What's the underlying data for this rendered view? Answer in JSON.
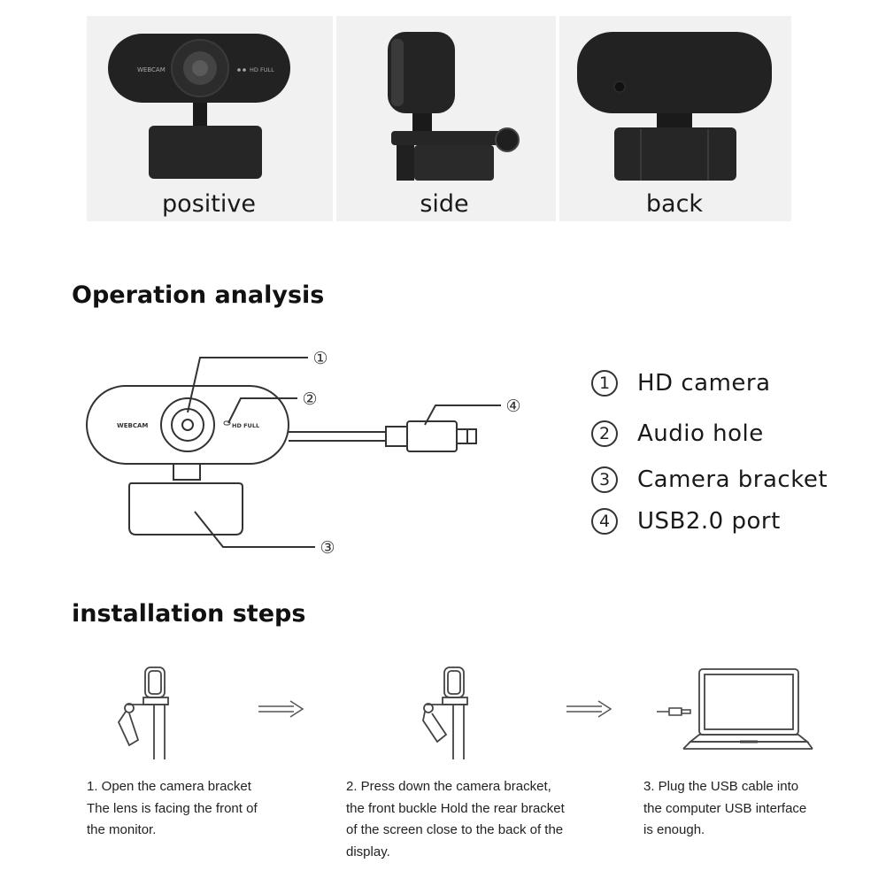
{
  "views": [
    {
      "label": "positive"
    },
    {
      "label": "side"
    },
    {
      "label": "back"
    }
  ],
  "webcam_print": {
    "brand": "WEBCAM",
    "hd": "HD FULL"
  },
  "operation": {
    "title": "Operation analysis",
    "callouts": [
      "①",
      "②",
      "③",
      "④"
    ],
    "legend": [
      {
        "num": "1",
        "label": "HD camera"
      },
      {
        "num": "2",
        "label": "Audio hole"
      },
      {
        "num": "3",
        "label": "Camera bracket"
      },
      {
        "num": "4",
        "label": "USB2.0 port"
      }
    ]
  },
  "installation": {
    "title": "installation steps",
    "steps": [
      {
        "text": "1. Open the camera bracket\nThe lens is facing the front of\nthe monitor."
      },
      {
        "text": "2. Press down the camera bracket,\nthe front buckle Hold the rear bracket\nof the screen close to the back of the\ndisplay."
      },
      {
        "text": "3. Plug the USB cable into\nthe computer USB interface\nis enough."
      }
    ]
  },
  "colors": {
    "camera_body": "#1e1e1e",
    "line_art": "#444444"
  }
}
